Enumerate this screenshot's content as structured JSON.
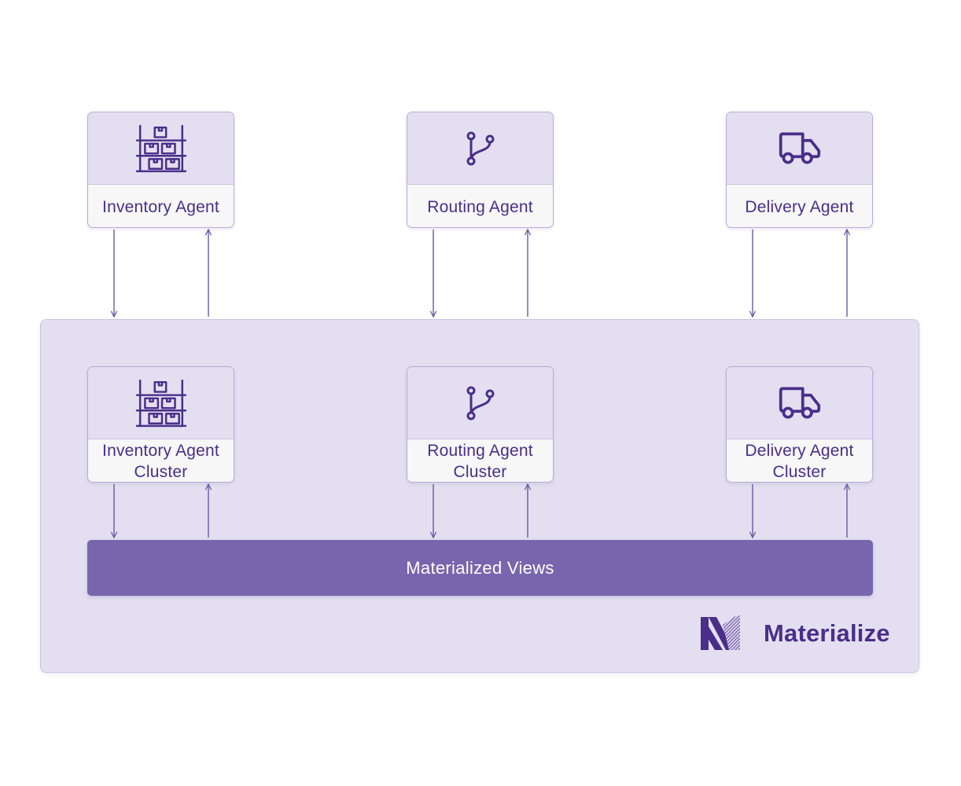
{
  "agents": [
    {
      "label": "Inventory Agent",
      "icon": "warehouse-shelves-icon"
    },
    {
      "label": "Routing Agent",
      "icon": "git-branch-icon"
    },
    {
      "label": "Delivery Agent",
      "icon": "delivery-truck-icon"
    }
  ],
  "clusters": [
    {
      "line1": "Inventory Agent",
      "line2": "Cluster",
      "icon": "warehouse-shelves-icon"
    },
    {
      "line1": "Routing Agent",
      "line2": "Cluster",
      "icon": "git-branch-icon"
    },
    {
      "line1": "Delivery Agent",
      "line2": "Cluster",
      "icon": "delivery-truck-icon"
    }
  ],
  "materialized_views": {
    "label": "Materialized Views"
  },
  "brand": {
    "name": "Materialize",
    "logo": "materialize-logo"
  },
  "colors": {
    "accent": "#4a2e8a",
    "panel": "#e3dff0",
    "bar": "#7965ad",
    "line": "#6a58a3"
  }
}
